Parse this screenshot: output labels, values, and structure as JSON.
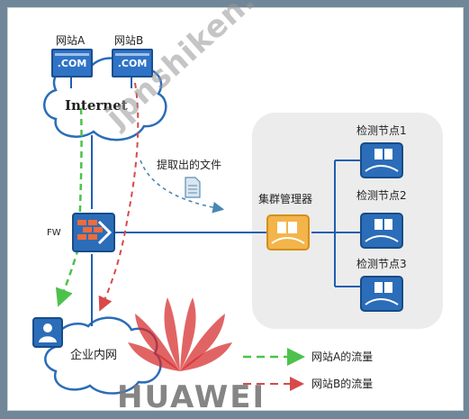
{
  "sites": {
    "a_label": "网站A",
    "b_label": "网站B",
    "a_badge": ".COM",
    "b_badge": ".COM"
  },
  "internet_label": "Internet",
  "extracted_files_label": "提取出的文件",
  "fw_label": "FW",
  "cluster_manager_label": "集群管理器",
  "detection_nodes": [
    "检测节点1",
    "检测节点2",
    "检测节点3"
  ],
  "intranet_label": "企业内网",
  "legend": {
    "site_a": "网站A的流量",
    "site_b": "网站B的流量"
  },
  "watermark_text": "jpnshiken.com",
  "brand_text": "HUAWEI",
  "colors": {
    "device_blue": "#2b6db8",
    "manager_orange": "#f3b44a",
    "site_a_flow": "#4cc24c",
    "site_b_flow": "#d84a4a",
    "file_flow": "#5a8fb2",
    "link": "#1f5fb0"
  }
}
